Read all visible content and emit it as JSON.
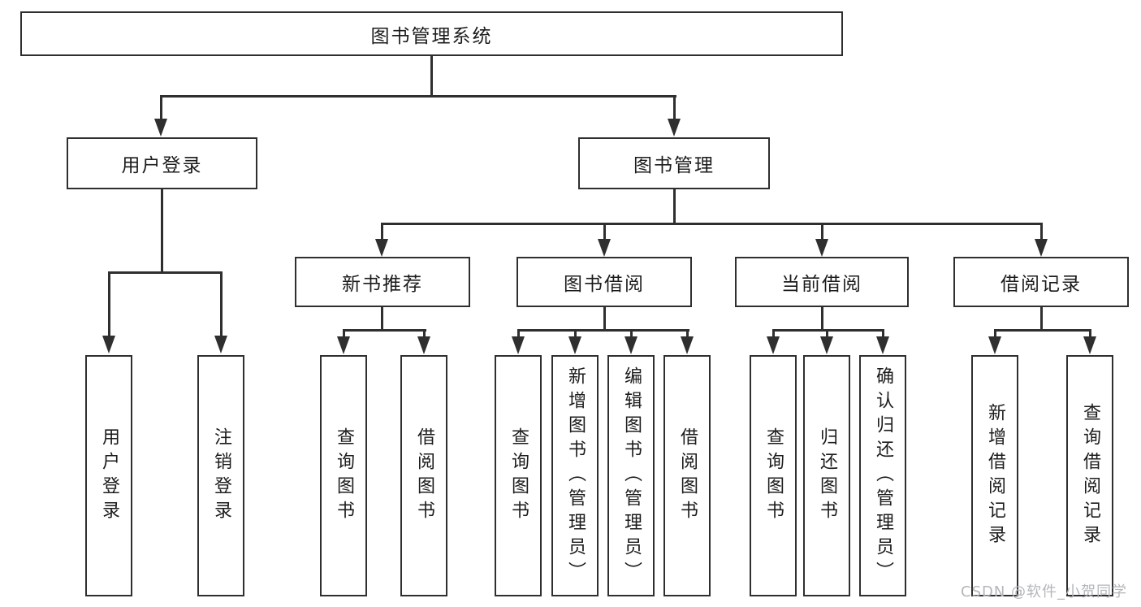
{
  "diagram": {
    "title": "图书管理系统",
    "root": {
      "label": "图书管理系统"
    },
    "level2": {
      "user_login": {
        "label": "用户登录"
      },
      "book_mgmt": {
        "label": "图书管理"
      }
    },
    "level3": {
      "new_book": {
        "label": "新书推荐"
      },
      "borrow": {
        "label": "图书借阅"
      },
      "current": {
        "label": "当前借阅"
      },
      "records": {
        "label": "借阅记录"
      }
    },
    "leaves": [
      {
        "label": "用户登录",
        "parent": "用户登录"
      },
      {
        "label": "注销登录",
        "parent": "用户登录"
      },
      {
        "label": "查询图书",
        "parent": "新书推荐"
      },
      {
        "label": "借阅图书",
        "parent": "新书推荐"
      },
      {
        "label": "查询图书",
        "parent": "图书借阅"
      },
      {
        "label": "新增图书（管理员）",
        "parent": "图书借阅"
      },
      {
        "label": "编辑图书（管理员）",
        "parent": "图书借阅"
      },
      {
        "label": "借阅图书",
        "parent": "图书借阅"
      },
      {
        "label": "查询图书",
        "parent": "当前借阅"
      },
      {
        "label": "归还图书",
        "parent": "当前借阅"
      },
      {
        "label": "确认归还（管理员）",
        "parent": "当前借阅"
      },
      {
        "label": "新增借阅记录",
        "parent": "借阅记录"
      },
      {
        "label": "查询借阅记录",
        "parent": "借阅记录"
      }
    ]
  },
  "watermark": {
    "text": "CSDN @软件_小贺同学"
  },
  "colors": {
    "line": "#2f2f2f",
    "box_border": "#2f2f2f",
    "box_background": "#ffffff",
    "text": "#1c1c1c",
    "watermark": "#b3b6ba",
    "background": "#ffffff"
  }
}
